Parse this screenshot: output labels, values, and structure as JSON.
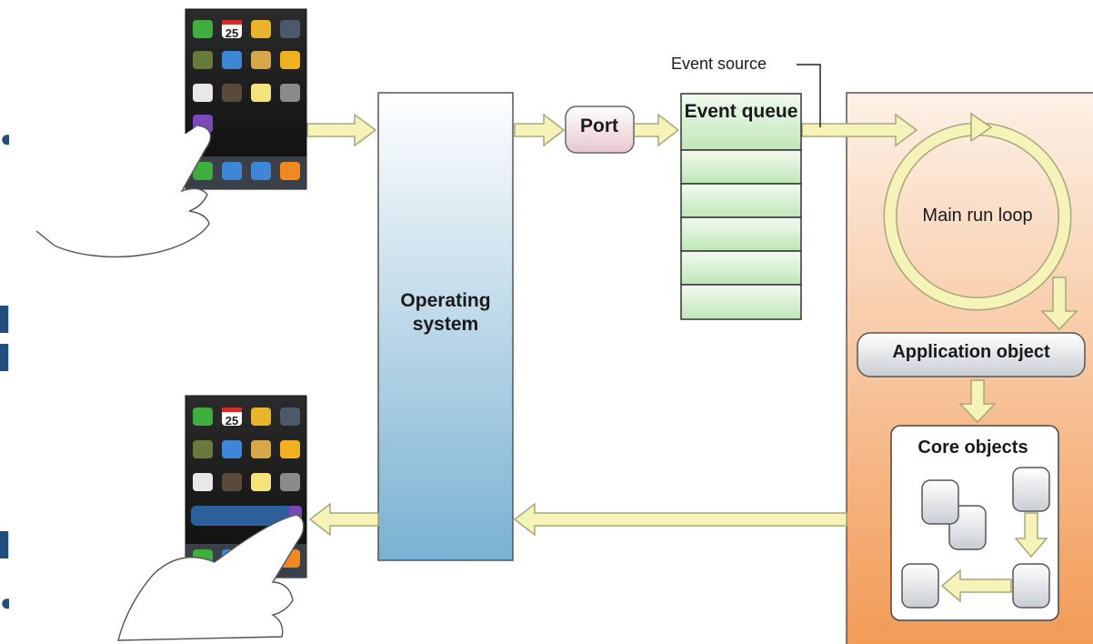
{
  "diagram": {
    "operating_system_label": "Operating system",
    "port_label": "Port",
    "event_queue_label": "Event queue",
    "event_source_label": "Event source",
    "main_run_loop_label": "Main run loop",
    "application_object_label": "Application object",
    "core_objects_label": "Core objects",
    "phone_calendar_day": "25"
  },
  "colors": {
    "arrow_fill": "#f6f3b8",
    "arrow_stroke": "#a8a67a",
    "queue_green": "#c9ebc4",
    "os_blue": "#7eb4d3",
    "app_orange": "#f2a466"
  }
}
